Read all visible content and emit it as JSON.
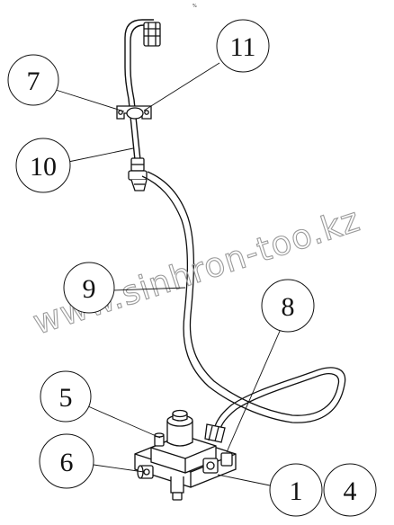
{
  "diagram": {
    "top_mark": "%",
    "watermark": "www.sinhron-too.kz",
    "callouts": [
      {
        "id": "c7",
        "label": "7"
      },
      {
        "id": "c11",
        "label": "11"
      },
      {
        "id": "c10",
        "label": "10"
      },
      {
        "id": "c9",
        "label": "9"
      },
      {
        "id": "c8",
        "label": "8"
      },
      {
        "id": "c5",
        "label": "5"
      },
      {
        "id": "c6",
        "label": "6"
      },
      {
        "id": "c1",
        "label": "1"
      },
      {
        "id": "c4",
        "label": "4"
      }
    ]
  }
}
